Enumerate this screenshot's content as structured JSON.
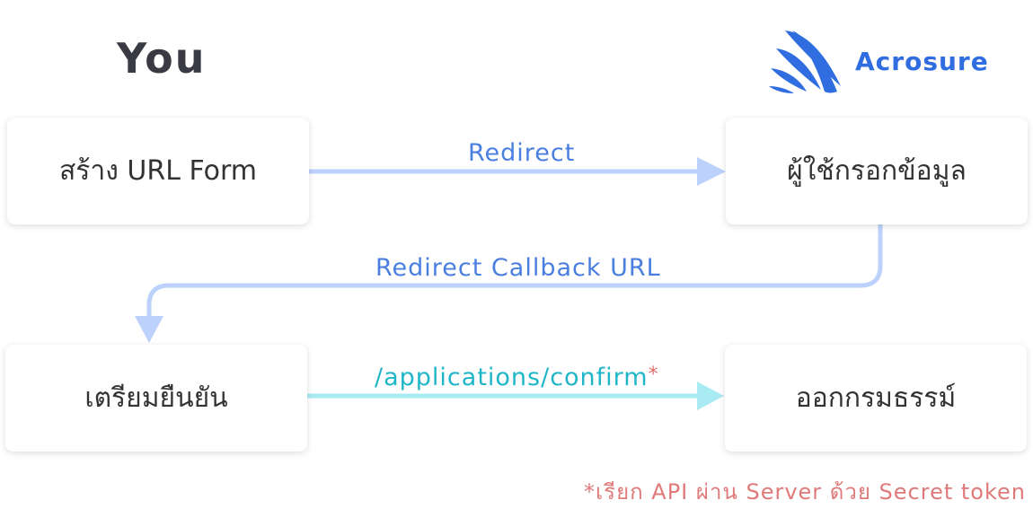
{
  "header": {
    "you_title": "You",
    "brand_name": "Acrosure",
    "brand_logo_icon": "acrosure-wave-logo-icon"
  },
  "steps": {
    "create_url_form": "สร้าง URL Form",
    "user_fills_info": "ผู้ใช้กรอกข้อมูล",
    "prepare_confirm": "เตรียมยืนยัน",
    "issue_policy": "ออกกรมธรรม์"
  },
  "flows": {
    "redirect": "Redirect",
    "redirect_callback": "Redirect Callback URL",
    "confirm_endpoint": "/applications/confirm",
    "confirm_asterisk": "*"
  },
  "footnote": "*เรียก API ผ่าน Server ด้วย Secret token",
  "colors": {
    "brand_blue": "#2f6de0",
    "title_dark": "#3a3a44",
    "flow_label_blue": "#4a7fe0",
    "flow_line_blue": "#bcd1fb",
    "confirm_teal": "#1fb6c8",
    "confirm_line": "#a9ebf2",
    "asterisk_red": "#e06e6e",
    "footnote_red": "#e07a7a"
  }
}
